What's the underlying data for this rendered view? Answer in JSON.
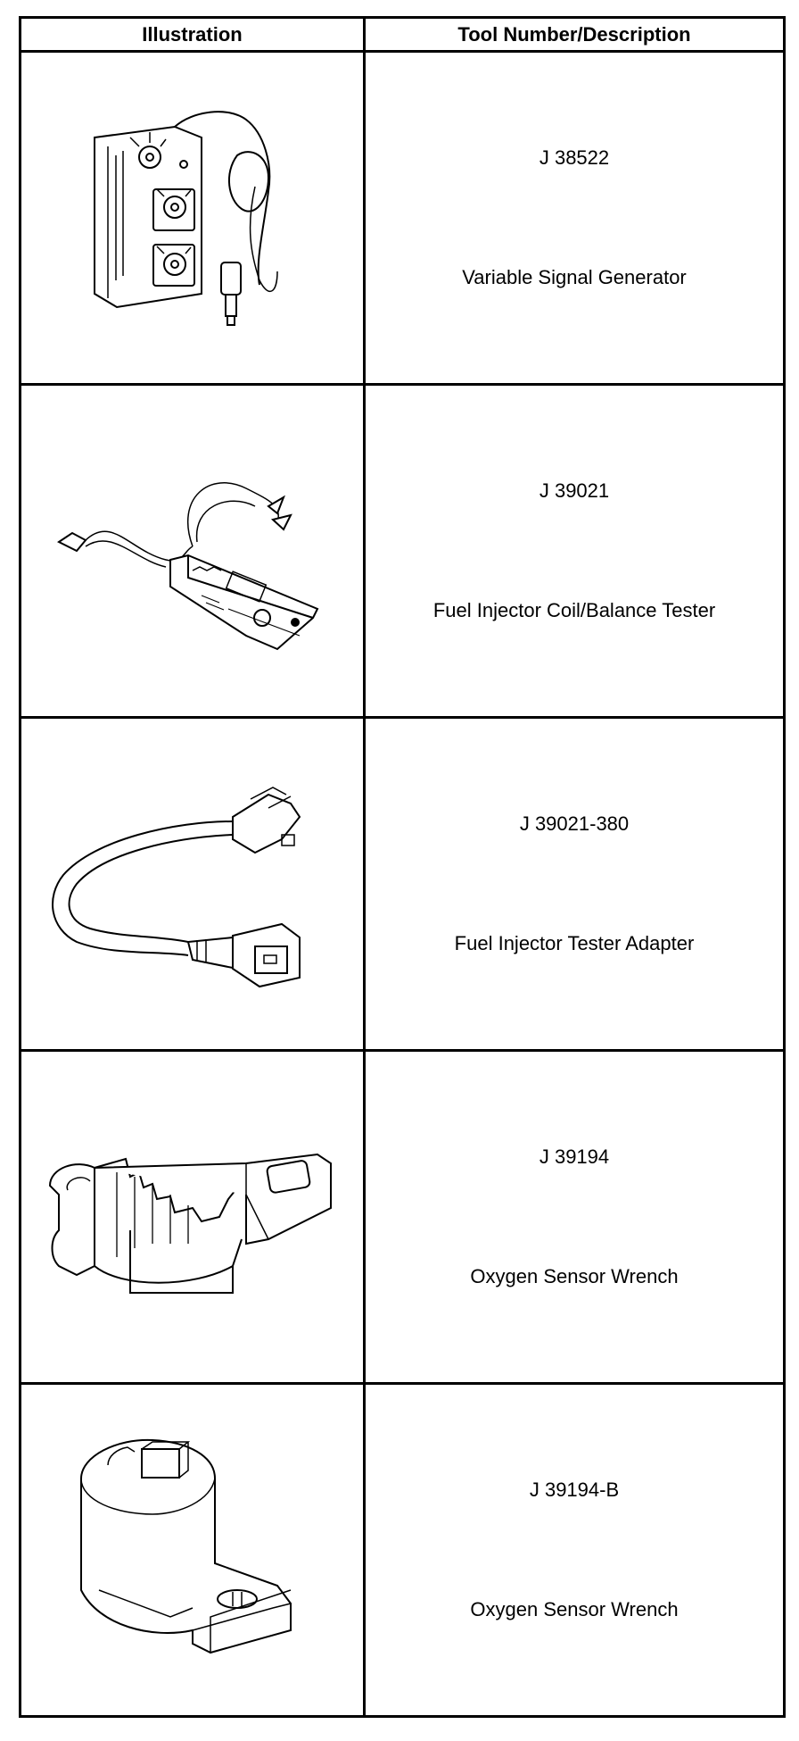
{
  "headers": {
    "illustration": "Illustration",
    "tool": "Tool Number/Description"
  },
  "rows": [
    {
      "number": "J 38522",
      "description": "Variable Signal Generator",
      "icon": "signal-generator-icon"
    },
    {
      "number": "J 39021",
      "description": "Fuel Injector Coil/Balance Tester",
      "icon": "injector-tester-icon"
    },
    {
      "number": "J 39021-380",
      "description": "Fuel Injector Tester Adapter",
      "icon": "tester-adapter-icon"
    },
    {
      "number": "J 39194",
      "description": "Oxygen Sensor Wrench",
      "icon": "crowfoot-wrench-icon"
    },
    {
      "number": "J 39194-B",
      "description": "Oxygen Sensor Wrench",
      "icon": "socket-wrench-icon"
    }
  ]
}
